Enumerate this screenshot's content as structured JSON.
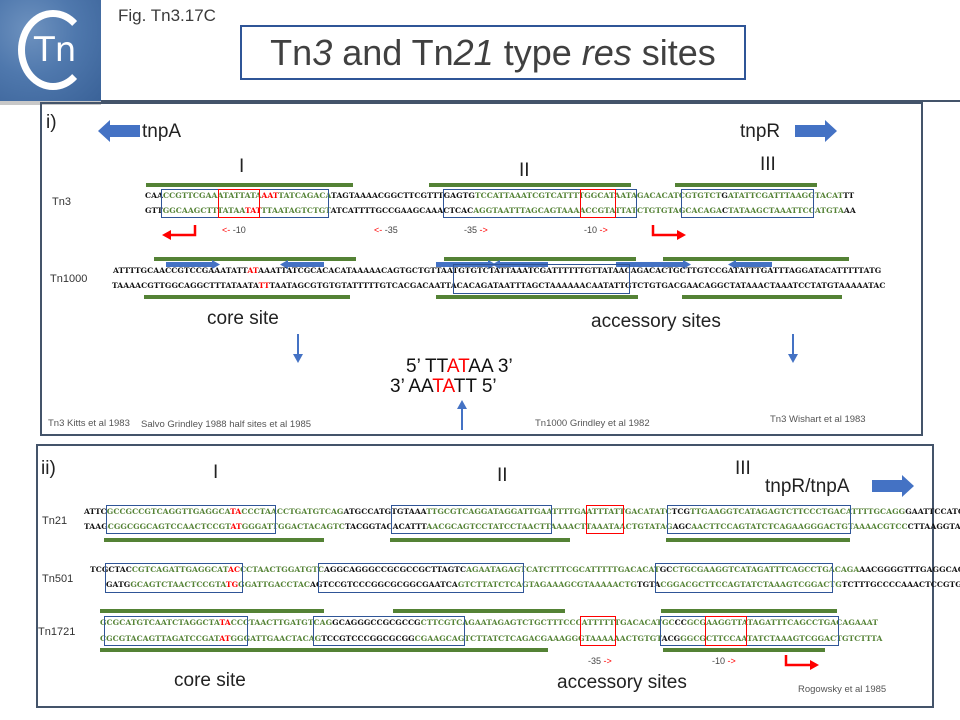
{
  "header": {
    "figure_label": "Fig. Tn3.17C",
    "title_parts": [
      {
        "text": "Tn",
        "italic": false
      },
      {
        "text": "3",
        "italic": true
      },
      {
        "text": " and Tn",
        "italic": false
      },
      {
        "text": "21",
        "italic": true
      },
      {
        "text": " type ",
        "italic": false
      },
      {
        "text": "res",
        "italic": true
      },
      {
        "text": " sites",
        "italic": false
      }
    ],
    "logo_text": "Tn"
  },
  "panel_i": {
    "label": "i)",
    "genes": {
      "left": "tnpA",
      "right": "tnpR"
    },
    "subsites": [
      "I",
      "II",
      "III"
    ],
    "rows": [
      {
        "name": "Tn3",
        "top": "CAACCGTTCGAAATATTATAAATTATCAGACATAGTAAAACGGCTTCGTTTGAGTGTCCATTAAATCGTCATTTTGGCATAATAGACACATCGTGTCTGATATTCGATTTAAGGTACATTT",
        "bottom": "GTTGGCAAGCTTTATAATATTTAATAGTCTGTATCATTTTGCCGAAGCAAACTCACAGGTAATTTAGCAGTAAAACCGTATTATCTGTGTAGCACAGACTATAAGCTAAATTCCATGTAAA"
      },
      {
        "name": "Tn1000",
        "top": "ATTTTGCAACCGTCCGAAATATTATAAATTATCGCACACATAAAAACAGTGCTGTTAATGTGTCTATTAAATCGATTTTTTGTTATAACAGACACTGCTTGTCCGATATTTGATTTAGGATACATTTTTATG",
        "bottom": "TAAAACGTTGGCAGGCTTTATAATATTTAATAGCGTGTGTATTTTTGTCACGACAATTACACAGATAATTTAGCTAAAAAACAATATTGTCTGTGACGAACAGGCTATAAACTAAATCCTATGTAAAAATAC"
      }
    ],
    "promoter_marks": [
      "<- -10",
      "<- -35",
      "-35 ->",
      "-10 ->"
    ],
    "site_labels": {
      "core": "core site",
      "accessory": "accessory sites"
    },
    "core_sequence": {
      "top": {
        "prefix": "5’ TT",
        "highlight": "AT",
        "suffix": "AA 3’"
      },
      "bottom": {
        "prefix": "3’ AA",
        "highlight": "TA",
        "suffix": "TT 5’"
      }
    },
    "references": [
      "Tn3  Kitts et al 1983",
      "Salvo Grindley 1988 half sites et al 1985",
      "Tn1000 Grindley et al 1982",
      "Tn3 Wishart et al 1983"
    ]
  },
  "panel_ii": {
    "label": "ii)",
    "gene": "tnpR/tnpA",
    "subsites": [
      "I",
      "II",
      "III"
    ],
    "rows": [
      {
        "name": "Tn21",
        "top": "ATTCGCCGCCGTCAGGTTGAGGCATACCCTAACCTGATGTCAGATGCCATGTGTAAATTGCGTCAGGATAGGATTGAATTTTGAATTTATTGACATATCTCGTTGAAGGTCATAGAGTCTTCCCTGACATTTTGCAGGGAATTCCATG",
        "bottom": "TAAGCGGCGGCAGTCCAACTCCGTATGGGATTGGACTACAGTCTACGGTACACATTTAACGCAGTCCTATCCTAACTTAAAACTTAAATAACTGTATAGAGCAACTTCCAGTATCTCAGAAGGGACTGTAAAACGTCCCTTAAGGTAC"
      },
      {
        "name": "Tn501",
        "top": "TCGCTACCGTCAGATTGAGGCATACCCTAACTGGATGTCAGGCAGGGCCGCGCCGCTTAGTCAGAATAGAGTCATCTTTCGCATTTTTGACACATGCCTGCGAAGGTCATAGATTTCAGCCTGACAGAAACGGGGTTTGAGGCACAA",
        "bottom": "GATGGCAGTCTAACTCCGTATGGGATTGACCTACAGTCCGTCCCGGCGCGGCGAATCAGTCTTATCTCAGTAGAAAGCGTAAAAACTGTGTACGGACGCTTCCAGTATCTAAAGTCGGACTGTCTTTGCCCCAAACTCCGTGTT"
      },
      {
        "name": "Tn1721",
        "top": "GCGCATGTCAATCTAGGCTATACCCTAACTTGATGTCAGGCAGGGCCGCGCCGCTTCGTCAGAATAGAGTCTGCTTTCCCATTTTTTGACACATGCCCGCGAAGGTTATAGATTTCAGCCTGACAGAAAT",
        "bottom": "CGCGTACAGTTAGATCCGATATGGGATTGAACTACAGTCCGTCCCGGCGCGGCGAAGCAGTCTTATCTCAGACGAAAGGGTAAAAAACTGTGTACGGGCGCTTCCAATATCTAAAGTCGGACTGTCTTTA"
      }
    ],
    "promoter_marks": [
      "-35 ->",
      "-10 ->"
    ],
    "site_labels": {
      "core": "core site",
      "accessory": "accessory sites"
    },
    "references": [
      "Rogowsky et al 1985"
    ]
  },
  "colors": {
    "green": "#548235",
    "blue": "#2f5597",
    "arrow_blue": "#4472c4",
    "red": "#ff0000",
    "frame": "#44546a"
  }
}
